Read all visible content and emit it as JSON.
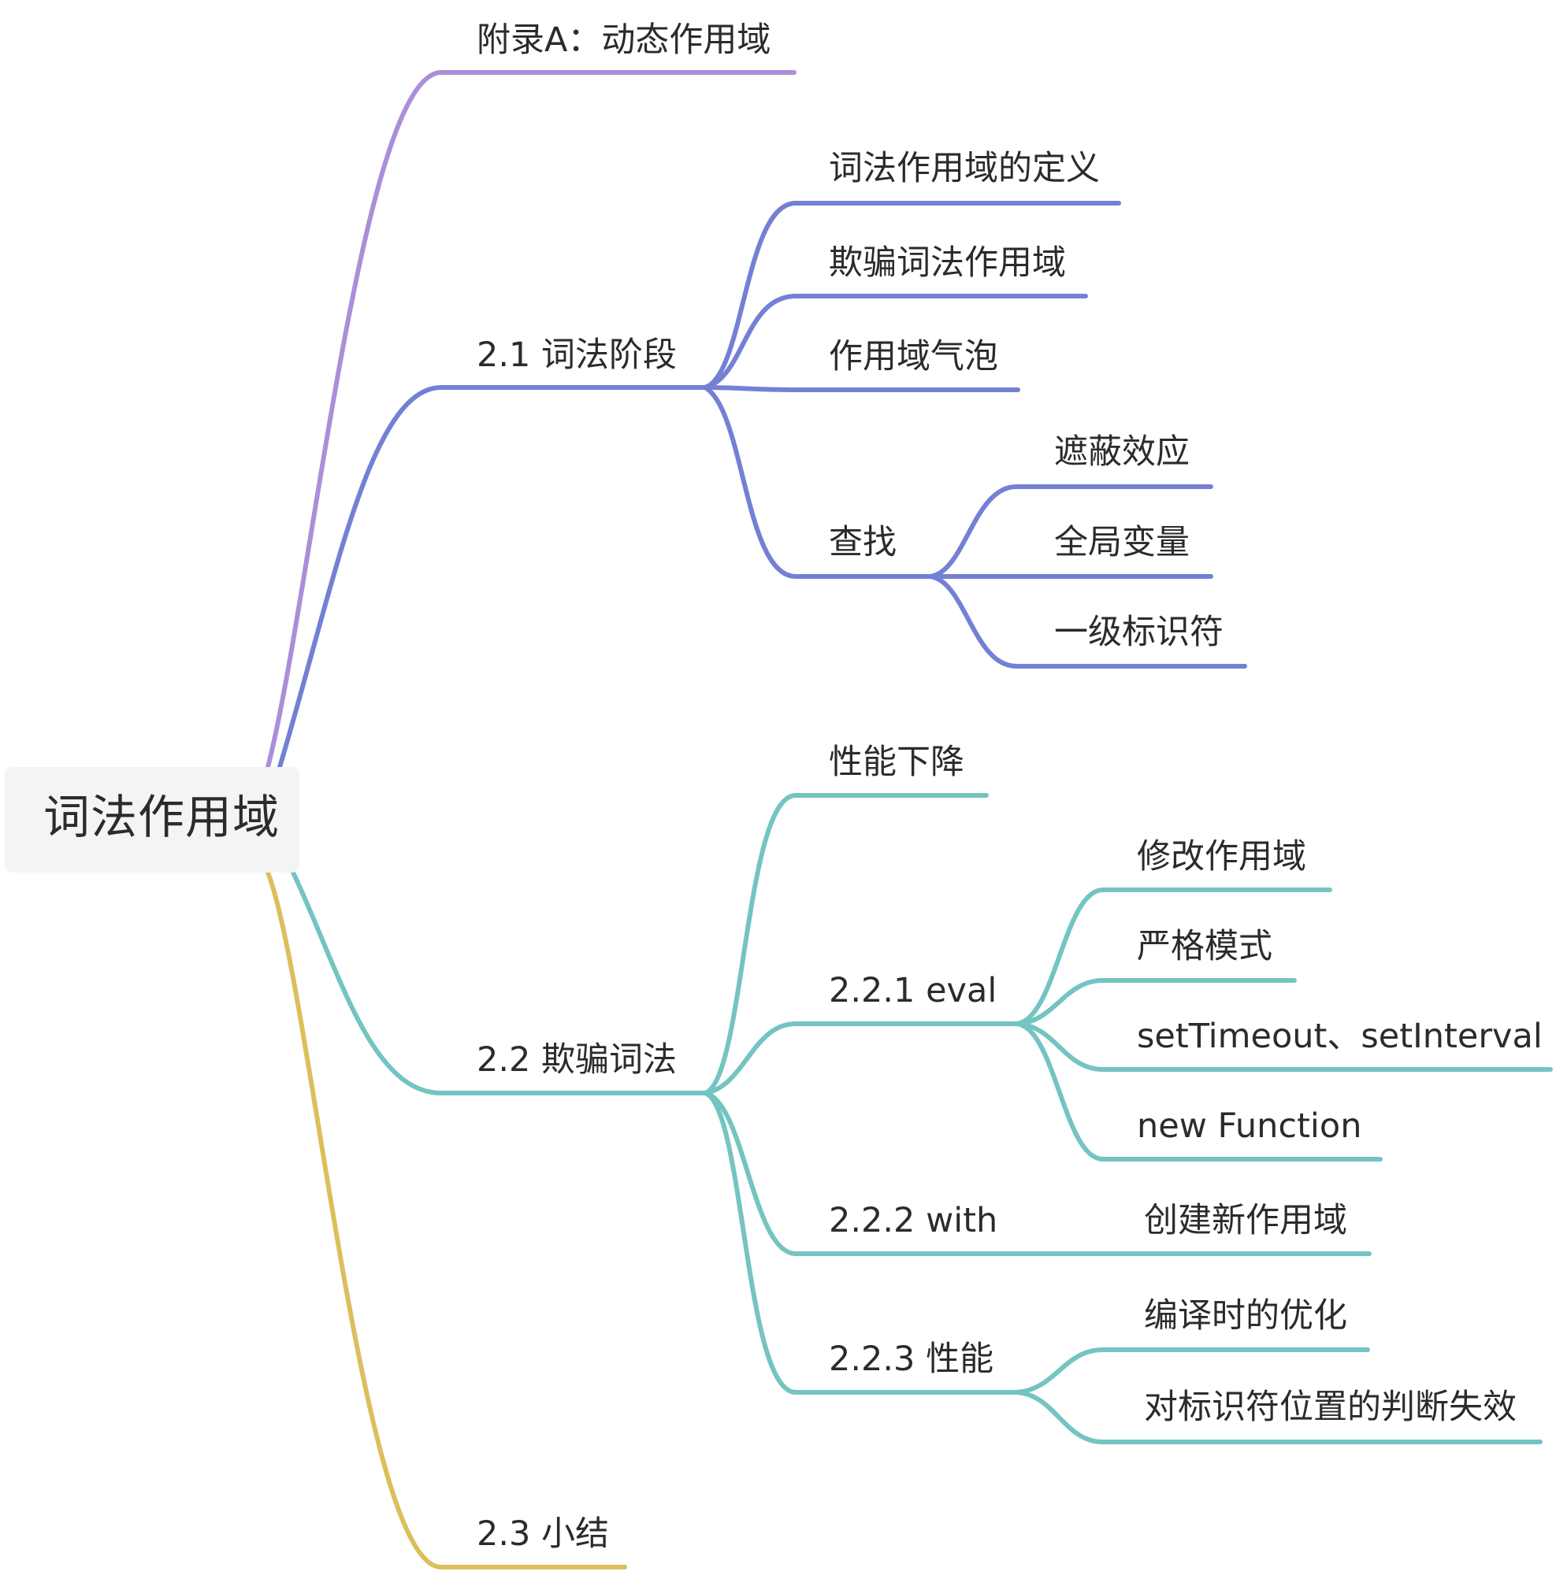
{
  "root": {
    "label": "词法作用域"
  },
  "colors": {
    "appendix": "#ab8ed9",
    "lexing": "#7480d5",
    "cheating": "#74c4c1",
    "summary": "#dcbf5c"
  },
  "branches": {
    "appendix": {
      "label": "附录A：动态作用域"
    },
    "lexing": {
      "label": "2.1 词法阶段",
      "children": {
        "definition": "词法作用域的定义",
        "cheat": "欺骗词法作用域",
        "bubble": "作用域气泡",
        "lookup": {
          "label": "查找",
          "children": {
            "shadowing": "遮蔽效应",
            "globals": "全局变量",
            "first_class": "一级标识符"
          }
        }
      }
    },
    "cheating": {
      "label": "2.2 欺骗词法",
      "children": {
        "perf_drop": "性能下降",
        "eval": {
          "label": "2.2.1 eval",
          "children": {
            "modify_scope": "修改作用域",
            "strict_mode": "严格模式",
            "timers": "setTimeout、setInterval",
            "new_function": "new Function"
          }
        },
        "with": {
          "label": "2.2.2 with",
          "children": {
            "new_scope": "创建新作用域"
          }
        },
        "performance": {
          "label": "2.2.3 性能",
          "children": {
            "compile_opt": "编译时的优化",
            "lookup_fail": "对标识符位置的判断失效"
          }
        }
      }
    },
    "summary": {
      "label": "2.3 小结"
    }
  }
}
